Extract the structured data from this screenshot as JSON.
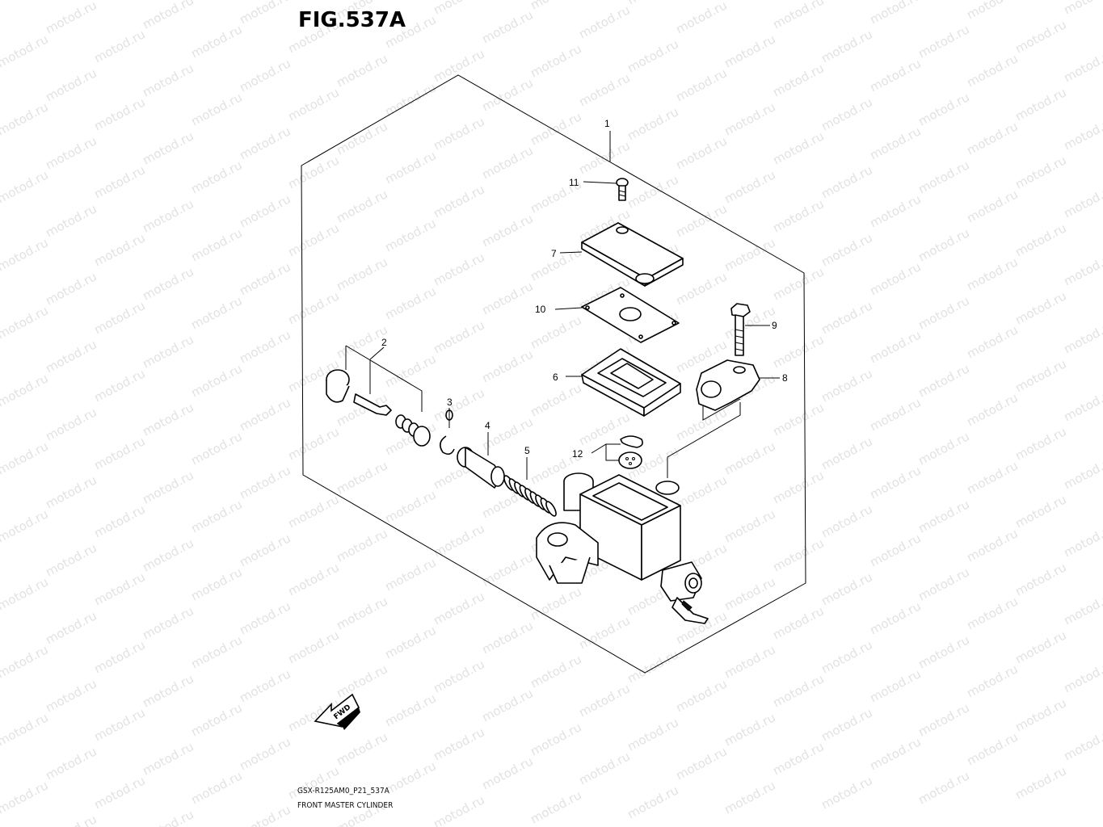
{
  "figure": {
    "title": "FIG.537A",
    "code": "GSX-R125AM0_P21_537A",
    "name": "FRONT MASTER CYLINDER"
  },
  "watermark": "motod.ru",
  "direction_label": "FWD",
  "callouts": [
    {
      "id": "1",
      "label": "1"
    },
    {
      "id": "2",
      "label": "2"
    },
    {
      "id": "3",
      "label": "3"
    },
    {
      "id": "4",
      "label": "4"
    },
    {
      "id": "5",
      "label": "5"
    },
    {
      "id": "6",
      "label": "6"
    },
    {
      "id": "7",
      "label": "7"
    },
    {
      "id": "8",
      "label": "8"
    },
    {
      "id": "9",
      "label": "9"
    },
    {
      "id": "10",
      "label": "10"
    },
    {
      "id": "11",
      "label": "11"
    },
    {
      "id": "12",
      "label": "12"
    }
  ]
}
